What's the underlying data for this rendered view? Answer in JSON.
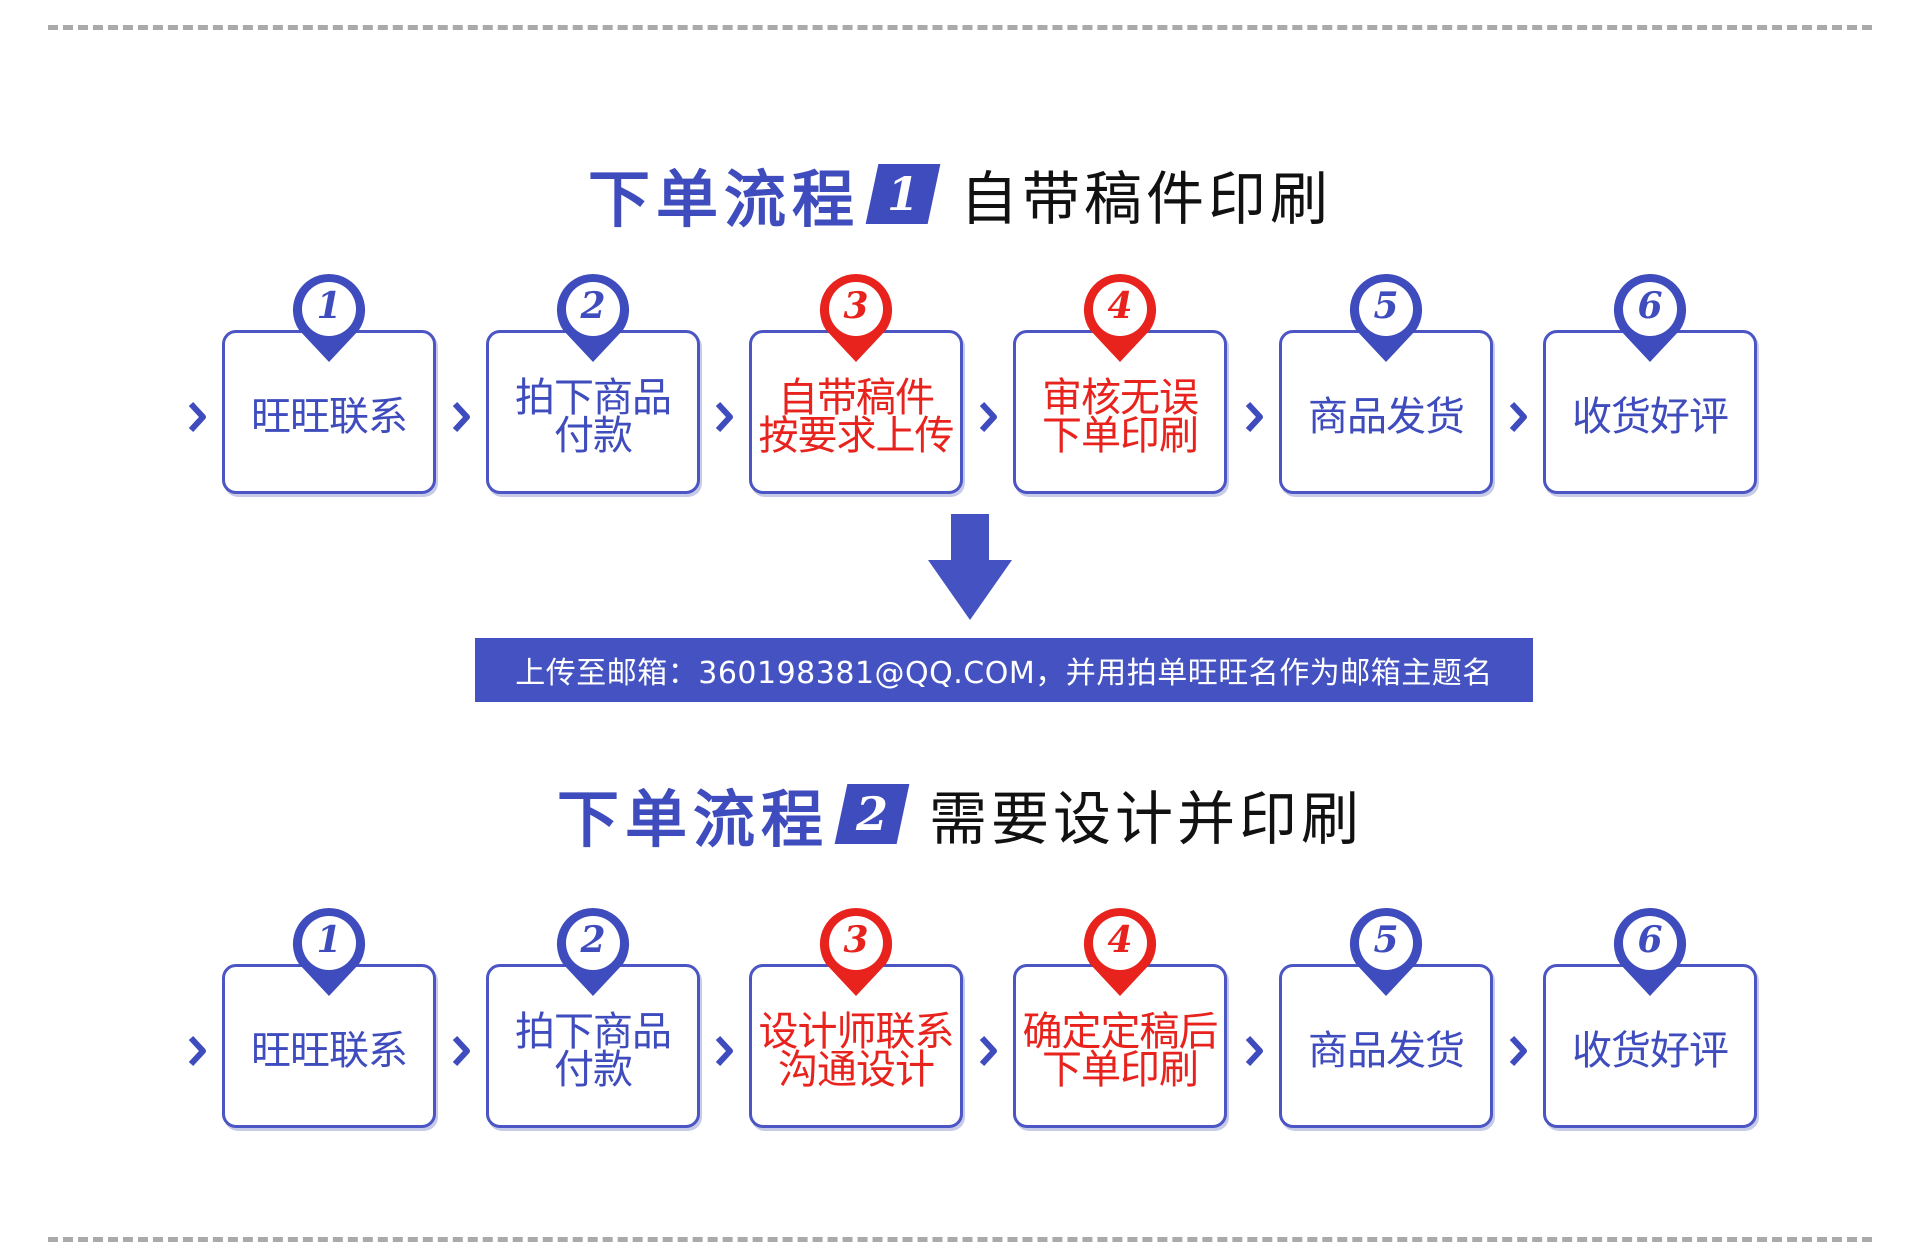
{
  "colors": {
    "accent_blue": "#3f4cbd",
    "highlight_red": "#e8231d",
    "divider": "#aaaaaa"
  },
  "flow1": {
    "title": "下单流程",
    "badge": "1",
    "subtitle": "自带稿件印刷",
    "steps": [
      {
        "num": "1",
        "lines": [
          "旺旺联系"
        ],
        "style": "blue"
      },
      {
        "num": "2",
        "lines": [
          "拍下商品",
          "付款"
        ],
        "style": "blue"
      },
      {
        "num": "3",
        "lines": [
          "自带稿件",
          "按要求上传"
        ],
        "style": "red"
      },
      {
        "num": "4",
        "lines": [
          "审核无误",
          "下单印刷"
        ],
        "style": "red"
      },
      {
        "num": "5",
        "lines": [
          "商品发货"
        ],
        "style": "blue"
      },
      {
        "num": "6",
        "lines": [
          "收货好评"
        ],
        "style": "blue"
      }
    ]
  },
  "email_note": "上传至邮箱：360198381@QQ.COM，并用拍单旺旺名作为邮箱主题名",
  "flow2": {
    "title": "下单流程",
    "badge": "2",
    "subtitle": "需要设计并印刷",
    "steps": [
      {
        "num": "1",
        "lines": [
          "旺旺联系"
        ],
        "style": "blue"
      },
      {
        "num": "2",
        "lines": [
          "拍下商品",
          "付款"
        ],
        "style": "blue"
      },
      {
        "num": "3",
        "lines": [
          "设计师联系",
          "沟通设计"
        ],
        "style": "red"
      },
      {
        "num": "4",
        "lines": [
          "确定定稿后",
          "下单印刷"
        ],
        "style": "red"
      },
      {
        "num": "5",
        "lines": [
          "商品发货"
        ],
        "style": "blue"
      },
      {
        "num": "6",
        "lines": [
          "收货好评"
        ],
        "style": "blue"
      }
    ]
  }
}
